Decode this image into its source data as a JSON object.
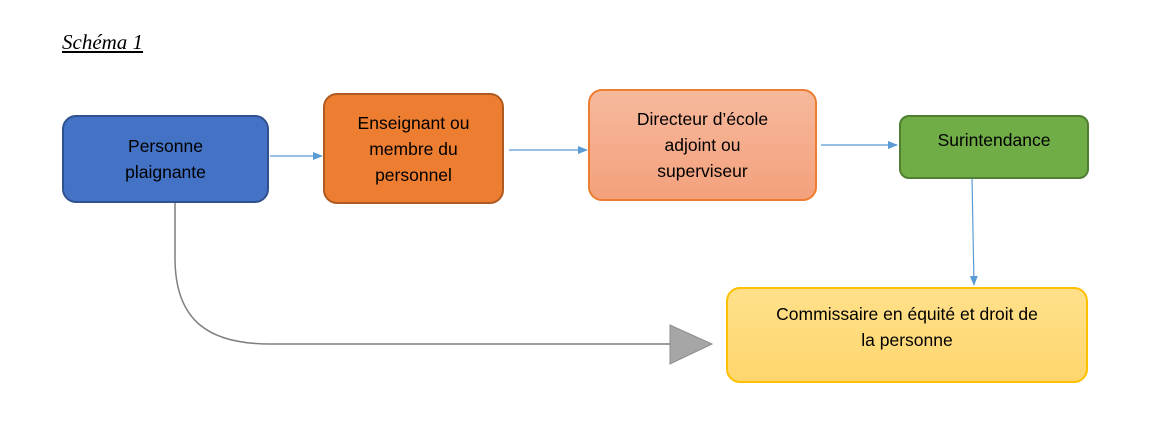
{
  "caption": "Schéma 1",
  "nodes": {
    "personne": "Personne\nplaignante",
    "enseignant": "Enseignant ou\nmembre du\npersonnel",
    "directeur": "Directeur d’école\nadjoint ou\nsuperviseur",
    "surintendance": "Surintendance",
    "commissaire": "Commissaire en équité et droit de\nla personne"
  },
  "colors": {
    "arrow": "#5b9bd5",
    "bypass_arrow": "#7f7f7f",
    "bypass_head": "#a6a6a6"
  }
}
